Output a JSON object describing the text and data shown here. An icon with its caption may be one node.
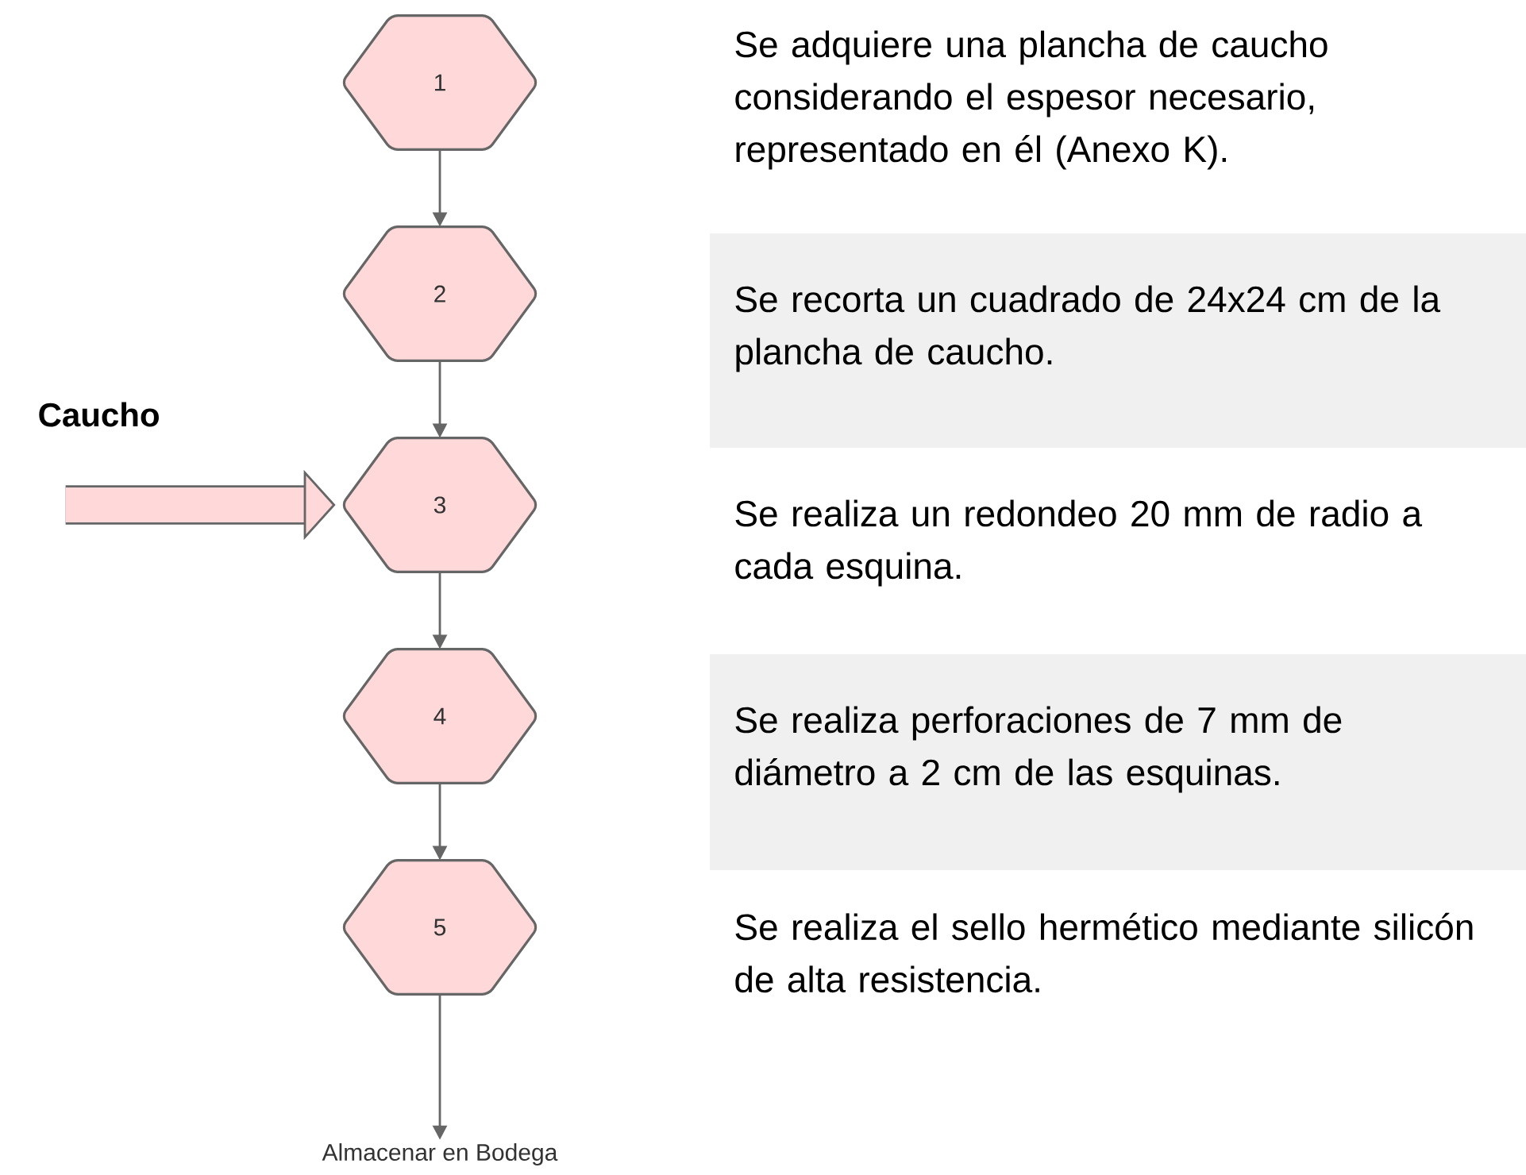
{
  "diagram": {
    "nodes": [
      {
        "text": [
          "1"
        ]
      },
      {
        "text": [
          "2"
        ]
      },
      {
        "text": [
          "3"
        ]
      },
      {
        "text": [
          "4"
        ]
      },
      {
        "text": [
          "5"
        ]
      },
      {
        "text": [
          "Almacenar en Bodega"
        ]
      }
    ],
    "edges": [
      {
        "from": 0,
        "to": 1,
        "arrow": "to"
      },
      {
        "from": 1,
        "to": 2,
        "arrow": "to"
      },
      {
        "from": 2,
        "to": 3,
        "arrow": "to"
      },
      {
        "from": 3,
        "to": 4,
        "arrow": "to"
      },
      {
        "from": 4,
        "to": 5,
        "arrow": "to"
      },
      {
        "from": null,
        "to": 2,
        "arrow": "to",
        "style": "thick",
        "label": "Caucho"
      }
    ],
    "labels": [
      "Se adquiere una plancha de caucho considerando el espesor necesario, representado en él (Anexo K).",
      "Se recorta un cuadrado de 24x24 cm de la plancha de caucho.",
      "Se realiza un redondeo 20 mm de radio a cada esquina.",
      "Se realiza perforaciones de 7 mm de diámetro a 2 cm de las esquinas.",
      "Se realiza el sello hermético mediante silicón de alta resistencia."
    ]
  }
}
